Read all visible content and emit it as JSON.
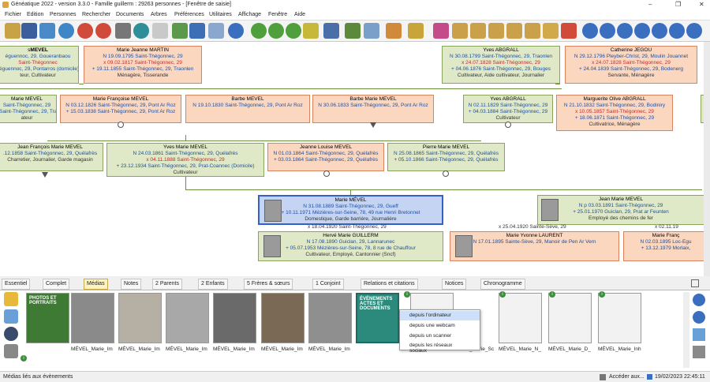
{
  "window": {
    "title": "Généatique 2022 - version 3.3.0 - Famille guillerm : 29263 personnes - [Fenêtre de saisie]",
    "min": "–",
    "max": "❐",
    "close": "✕"
  },
  "menu": [
    "Fichier",
    "Edition",
    "Personnes",
    "Rechercher",
    "Documents",
    "Arbres",
    "Préférences",
    "Utilitaires",
    "Affichage",
    "Fenêtre",
    "Aide"
  ],
  "cards": {
    "c1": {
      "name": "MEVEL",
      "prefix": "s",
      "l1": "éguennoc, 29, Goueranbaou",
      "l2": "Saint-Thégonnec",
      "l3": "éguennoc, 29, Pontarros (domicile)",
      "l4": "teur, Cultivateur"
    },
    "c2": {
      "name": "Marie Jeanne MARTIN",
      "l1": "N 19.09.1795 Saint-Thégonnec, 29",
      "l2": "x 09.02.1817 Saint-Thégonnec, 29",
      "l3": "+ 19.11.1855 Saint-Thégonnec, 29, Traonlen",
      "l4": "Ménagère, Tisserande"
    },
    "c3": {
      "name": "Yves ABGRALL",
      "l1": "N 30.08.1799 Saint-Thégonnec, 29, Traonlen",
      "l2": "x 24.07.1828 Saint-Thégonnec, 29",
      "l3": "+ 04.06.1876 Saint-Thégonnec, 29, Bouges",
      "l4": "Cultivateur, Aide cultivateur, Journalier"
    },
    "c4": {
      "name": "Catherine JEGOU",
      "l1": "N 29.12.1796 Pleyber-Christ, 29, Moulin Jouannet",
      "l2": "x 24.07.1828 Saint-Thégonnec, 29",
      "l3": "+ 24.04.1839 Saint-Thégonnec, 29, Bodenerg",
      "l4": "Servante, Ménagère"
    },
    "c5": {
      "name": "Marie MEVEL",
      "l1": "Saint-Thégonnec, 29",
      "l2": "Saint-Thégonnec, 29, Traonlen",
      "l3": "ateur"
    },
    "c6": {
      "name": "Marie Françoise MEVEL",
      "l1": "N 03.12.1826 Saint-Thégonnec, 29, Pont Ar Roz",
      "l2": "+ 15.03.1838 Saint-Thégonnec, 29, Pont Ar Roz"
    },
    "c7": {
      "name": "Barbe MEVEL",
      "l1": "N 19.10.1830 Saint-Thégonnec, 29, Pont Ar Roz"
    },
    "c8": {
      "name": "Barbe Marie MEVEL",
      "l1": "N 30.06.1833 Saint-Thégonnec, 29, Pont Ar Roz"
    },
    "c9": {
      "name": "Yves ABGRALL",
      "l1": "N 02.11.1829 Saint-Thégonnec, 29",
      "l2": "+ 04.03.1884 Saint-Thégonnec, 29",
      "l3": "Cultivateur"
    },
    "c10": {
      "name": "Marguerite Olive ABGRALL",
      "l1": "N 21.10.1832 Saint-Thégonnec, 29, Bodiniry",
      "l2": "x 10.05.1857 Saint-Thégonnec, 29",
      "l3": "+ 18.06.1871 Saint-Thégonnec, 29",
      "l4": "Cultivatrice, Ménagère"
    },
    "c11": {
      "name": "Jean François Marie MEVEL",
      "l1": ".12.1858 Saint-Thégonnec, 29, Quélafrès",
      "l2": "",
      "l3": "Charretier, Journalier, Garde magasin"
    },
    "c12": {
      "name": "Yves Marie MEVEL",
      "l1": "N 24.03.1861 Saint-Thégonnec, 29, Quélafrès",
      "l2": "x 04.11.1888 Saint-Thégonnec, 29",
      "l3": "+ 23.12.1934 Saint-Thégonnec, 29, Prat-Coannec (Domicile)",
      "l4": "Cultivateur"
    },
    "c13": {
      "name": "Jeanne Louise MEVEL",
      "l1": "N 01.03.1864 Saint-Thégonnec, 29, Quélafrès",
      "l2": "+ 03.03.1864 Saint-Thégonnec, 29, Quélafrès"
    },
    "c14": {
      "name": "Pierre Marie MEVEL",
      "l1": "N 25.08.1865 Saint-Thégonnec, 29, Quélafrès",
      "l2": "+ 05.10.1866 Saint-Thégonnec, 29, Quélafrès"
    },
    "c15": {
      "name": "Marie MÉVEL",
      "l1": "N 31.08.1889 Saint-Thégonnec, 29, Gueff",
      "l2": "+ 10.11.1971 Mézières-sur-Seine, 78, 49 rue Henri Bretonnet",
      "l3": "Domestique, Garde barrière, Journalière"
    },
    "c16": {
      "name": "Jean Marie MEVEL",
      "l1": "N p 03.03.1891 Saint-Thégonnec, 29",
      "l2": "+ 25.01.1970 Guiclan, 29, Prat ar Feunten",
      "l3": "Employé des chemins de fer"
    },
    "c17": {
      "name": "Hervé Marie GUILLERM",
      "l1": "N 17.08.1890 Guiclan, 29, Lannarunec",
      "l2": "+ 05.07.1953 Mézières-sur-Seine, 78, 8 rue de Chauffour",
      "l3": "Cultivateur, Employé, Cantonnier (Sncf)"
    },
    "c18": {
      "name": "Marie Yvonne LAURENT",
      "l1": "N 17.01.1895 Sainte-Sève, 29, Manoir de Pen Ar Vern"
    },
    "c19": {
      "name": "Marie Franç",
      "l1": "N 02.03.1895 Loc-Egu",
      "l2": "+ 13.12.1979 Morlaix,"
    }
  },
  "marriages": {
    "m1": "x 18.04.1920 Saint-Thégonnec, 29",
    "m2": "x 25.04.1920 Sainte-Sève, 29",
    "m3": "x 02.11.19"
  },
  "tabs": [
    "Essentiel",
    "Complet",
    "Médias",
    "Notes",
    "2 Parents",
    "2 Enfants",
    "5 Frères & sœurs",
    "1 Conjoint",
    "Relations et citations",
    "Notices",
    "Chronogramme"
  ],
  "media": {
    "add_tile_1": "PHOTOS ET PORTRAITS",
    "add_tile_2": "ÉVÈNEMENTS ACTES ET DOCUMENTS",
    "captions": [
      "MÉVEL_Marie_Im",
      "MÉVEL_Marie_Im",
      "MÉVEL_Marie_Im",
      "MÉVEL_Marie_Im",
      "MÉVEL_Marie_Im",
      "MÉVEL_Marie_Im",
      "MÉVEL_Marie_Sc",
      "MÉVEL_Marie_N_",
      "MÉVEL_Marie_D_",
      "MÉVEL_Marie_Inh"
    ]
  },
  "context_menu": [
    "depuis l'ordinateur",
    "depuis une webcam",
    "depuis un scanner",
    "depuis les réseaux sociaux"
  ],
  "status": {
    "left": "Médias liés aux évènements",
    "access": "Accéder aux...",
    "datetime": "19/02/2023 22:45:11"
  }
}
